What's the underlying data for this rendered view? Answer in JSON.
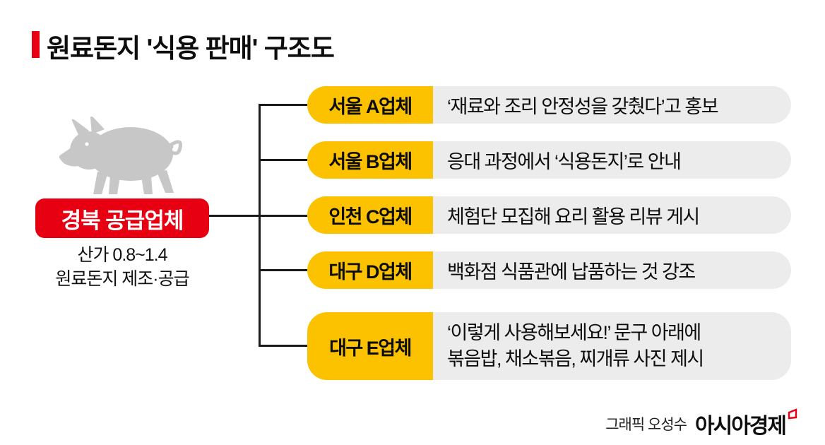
{
  "title": "원료돈지 '식용 판매' 구조도",
  "supplier": {
    "name": "경북 공급업체",
    "note_line1": "산가 0.8~1.4",
    "note_line2": "원료돈지 제조·공급"
  },
  "companies": [
    {
      "name": "서울 A업체",
      "description": "‘재료와 조리 안정성을 갖췄다’고 홍보"
    },
    {
      "name": "서울 B업체",
      "description": "응대 과정에서 ‘식용돈지’로 안내"
    },
    {
      "name": "인천 C업체",
      "description": "체험단 모집해 요리 활용 리뷰 게시"
    },
    {
      "name": "대구 D업체",
      "description": "백화점 식품관에 납품하는 것 강조"
    },
    {
      "name": "대구 E업체",
      "description_line1": "‘이렇게 사용해보세요!’ 문구 아래에",
      "description_line2": "볶음밥, 채소볶음, 찌개류 사진 제시"
    }
  ],
  "credit": {
    "graphic": "그래픽 오성수",
    "brand": "아시아경제"
  },
  "icons": {
    "pig": "pig-silhouette-icon",
    "brand_mark": "red-quote-mark-icon"
  },
  "colors": {
    "accent_red": "#e60012",
    "label_yellow": "#fcc200",
    "pill_gray": "#ececec",
    "pig_gray": "#c7c7c7",
    "line_black": "#1a1a1a"
  }
}
